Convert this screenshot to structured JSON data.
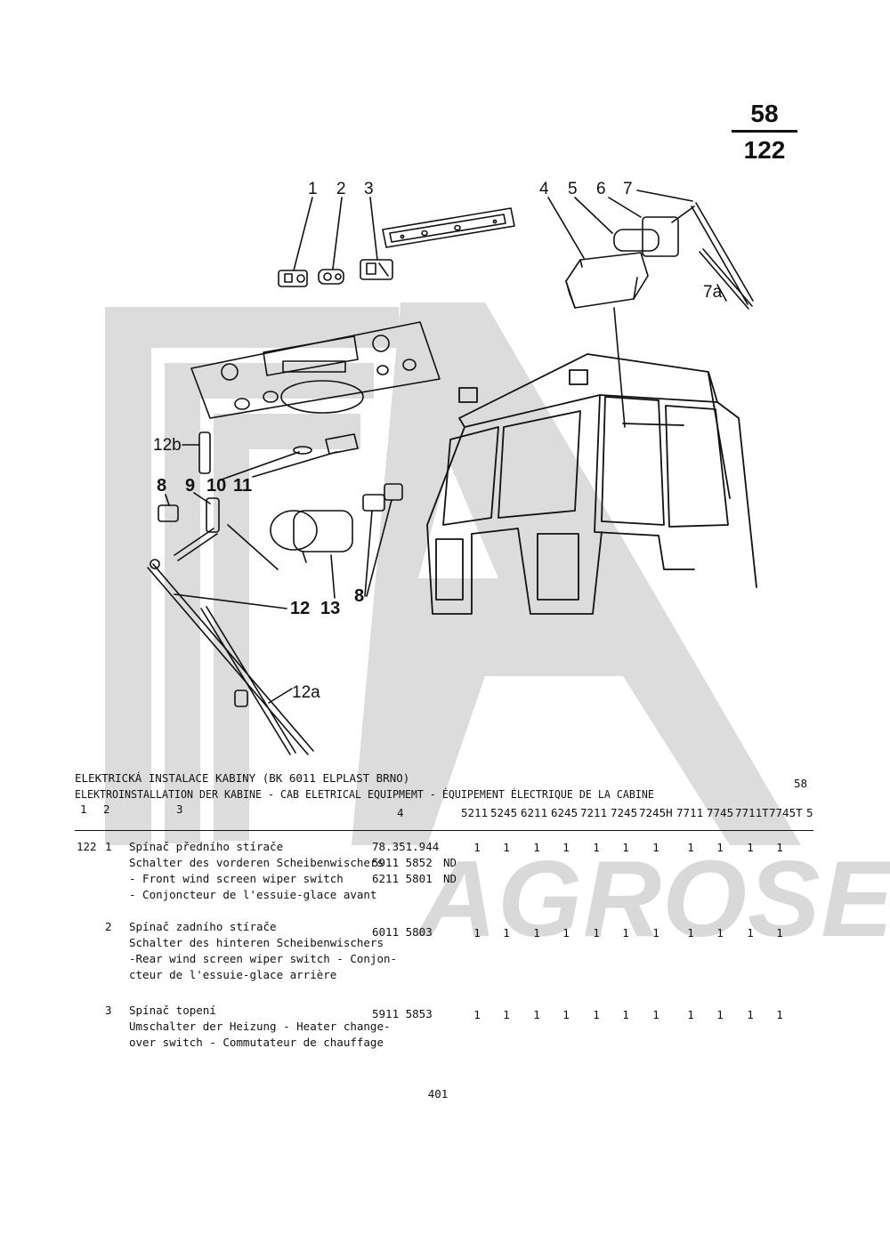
{
  "sheet": {
    "number": "58",
    "ref": "122"
  },
  "callouts": {
    "c1": "1",
    "c2": "2",
    "c3": "3",
    "c4": "4",
    "c5": "5",
    "c6": "6",
    "c7": "7",
    "c7a": "7a",
    "c12b": "12b",
    "c8a": "8",
    "c9": "9",
    "c10": "10",
    "c11": "11",
    "c8b": "8",
    "c12": "12",
    "c13": "13",
    "c12a": "12a"
  },
  "watermark": {
    "brand": "AGROSERVIS",
    "colors": {
      "mark": "#d9d9d9"
    }
  },
  "header": {
    "title_cz": "ELEKTRICKÁ INSTALACE KABINY (BK 6011 ELPLAST BRNO)",
    "title_multi": "ELEKTROINSTALLATION DER KABINE - CAB ELETRICAL EQUIPMEMT - ÉQUIPEMENT ÉLECTRIQUE DE LA CABINE",
    "sheet_no": "58",
    "col1": "1",
    "col2": "2",
    "col3": "3",
    "col4": "4",
    "col5": "5",
    "models": [
      "5211",
      "5245",
      "6211",
      "6245",
      "7211",
      "7245",
      "7245H",
      "7711",
      "7745",
      "7711T",
      "7745T"
    ]
  },
  "group": "122",
  "items": [
    {
      "pos": "1",
      "desc": [
        "Spínač předního stírače",
        "Schalter des vorderen Scheibenwischers",
        "- Front wind screen wiper switch",
        "- Conjoncteur de l'essuie-glace avant"
      ],
      "parts": [
        "78.351.944",
        "5911 5852",
        "6211 5801"
      ],
      "notes": [
        "",
        "ND",
        "ND"
      ],
      "qty": [
        "1",
        "1",
        "1",
        "1",
        "1",
        "1",
        "1",
        "1",
        "1",
        "1",
        "1"
      ]
    },
    {
      "pos": "2",
      "desc": [
        "Spínač zadního stírače",
        "Schalter des hinteren Scheibenwischers",
        "-Rear wind screen wiper switch - Conjon-",
        "cteur de l'essuie-glace arrière"
      ],
      "parts": [
        "6011 5803"
      ],
      "qty": [
        "1",
        "1",
        "1",
        "1",
        "1",
        "1",
        "1",
        "1",
        "1",
        "1",
        "1"
      ]
    },
    {
      "pos": "3",
      "desc": [
        "Spínač topení",
        "Umschalter der Heizung - Heater change-",
        "over switch - Commutateur de chauffage"
      ],
      "parts": [
        "5911 5853"
      ],
      "qty": [
        "1",
        "1",
        "1",
        "1",
        "1",
        "1",
        "1",
        "1",
        "1",
        "1",
        "1"
      ]
    }
  ],
  "page_number": "401"
}
